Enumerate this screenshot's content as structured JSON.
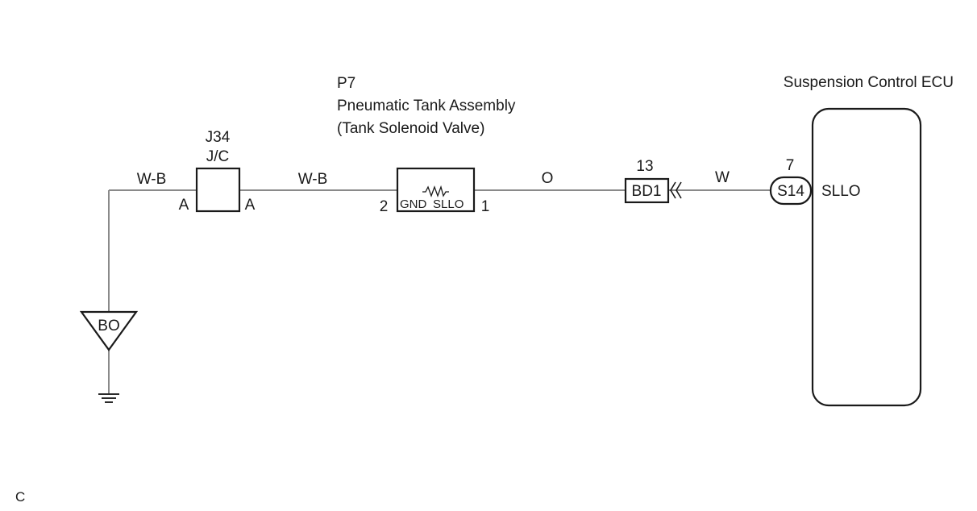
{
  "ecu": {
    "title": "Suspension Control ECU",
    "pin_number": "7",
    "connector": "S14",
    "terminal": "SLLO"
  },
  "tank": {
    "code": "P7",
    "name": "Pneumatic Tank Assembly",
    "subname": "(Tank Solenoid Valve)",
    "pin_left": "2",
    "pin_right": "1",
    "terminal_left": "GND",
    "terminal_right": "SLLO"
  },
  "junction": {
    "code": "J34",
    "type": "J/C",
    "pin_left": "A",
    "pin_right": "A"
  },
  "connector_bd1": {
    "pin_number": "13",
    "name": "BD1"
  },
  "ground": {
    "label": "BO"
  },
  "wires": {
    "ground_to_junction": "W-B",
    "junction_to_tank": "W-B",
    "tank_to_bd1": "O",
    "bd1_to_ecu": "W"
  },
  "footer": {
    "code": "C"
  }
}
